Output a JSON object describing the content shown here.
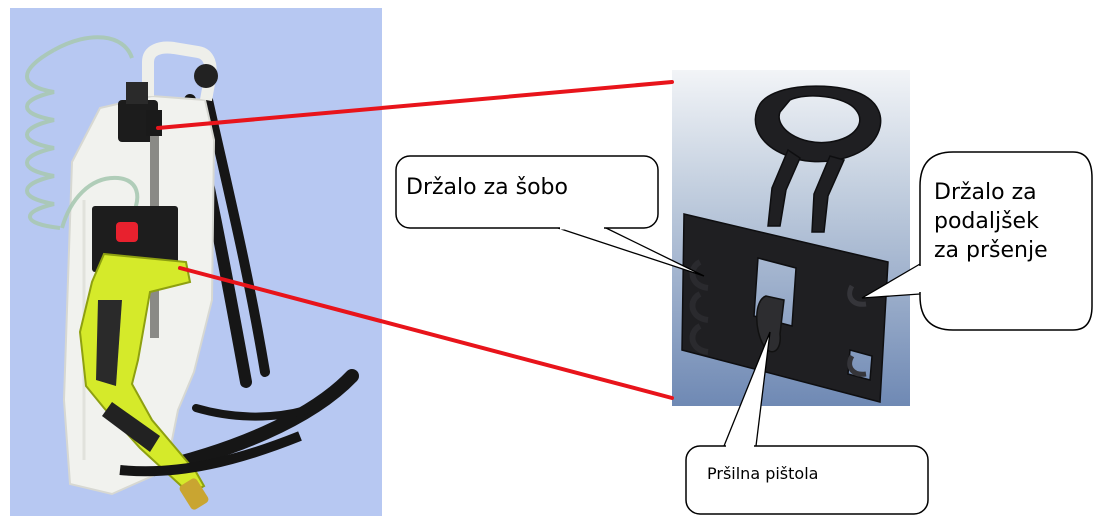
{
  "labels": {
    "nozzle_holder": "Držalo za šobo",
    "extension_holder": "Držalo za\npodaljšek\nza pršenje",
    "spray_gun": "Pršilna pištola"
  },
  "colors": {
    "photo_background": "#b7c8f2",
    "callout_line": "#e8141b",
    "bracket": "#1f1f22",
    "gun_body": "#d5ea2a",
    "tank": "#f1f2ee"
  },
  "icons": {
    "sprayer_photo": "backpack-sprayer",
    "bracket_render": "holder-bracket"
  }
}
